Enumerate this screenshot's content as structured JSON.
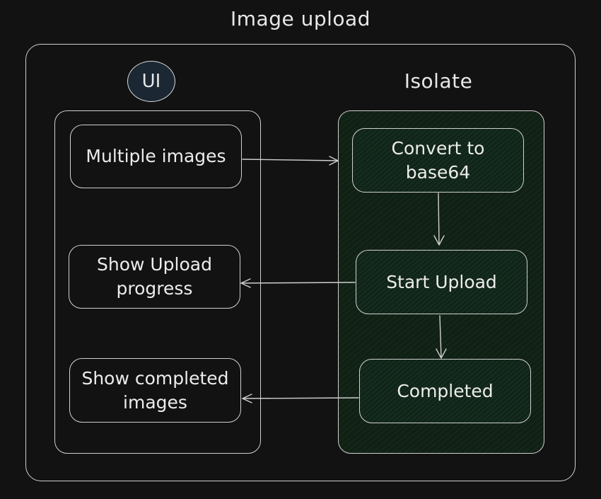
{
  "diagram": {
    "title": "Image upload",
    "ui_group": {
      "badge_label": "UI",
      "nodes": {
        "multiple_images": "Multiple images",
        "show_upload_progress_line1": "Show Upload",
        "show_upload_progress_line2": "progress",
        "show_completed_line1": "Show completed",
        "show_completed_line2": "images"
      }
    },
    "isolate_group": {
      "label": "Isolate",
      "nodes": {
        "convert_line1": "Convert to",
        "convert_line2": "base64",
        "start_upload": "Start Upload",
        "completed": "Completed"
      }
    },
    "colors": {
      "background": "#121212",
      "stroke": "#cfcfcf",
      "isolate_fill": "#112015",
      "ui_badge_fill": "#1b2733",
      "text": "#e8e8e8"
    }
  }
}
